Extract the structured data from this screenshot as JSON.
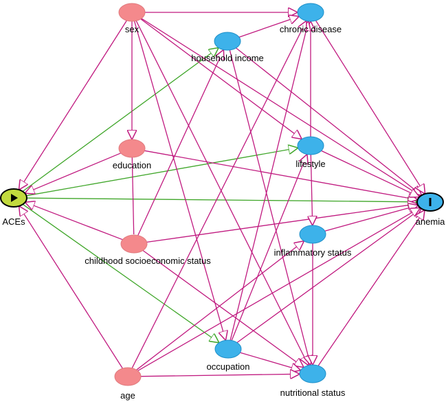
{
  "colors": {
    "confounder_fill": "#f4898c",
    "confounder_stroke": "#e07a7e",
    "ancestor_fill": "#3db2ea",
    "ancestor_stroke": "#1f8fc8",
    "exposure_fill": "#c2da3e",
    "outcome_fill": "#3db2ea",
    "node_outline": "#000000",
    "biasing_edge": "#c0197f",
    "causal_edge": "#3fa629"
  },
  "nodes": {
    "sex": {
      "label": "sex",
      "type": "confounder"
    },
    "education": {
      "label": "education",
      "type": "confounder"
    },
    "childhood": {
      "label": "childhood socioeconomic status",
      "type": "confounder"
    },
    "age": {
      "label": "age",
      "type": "confounder"
    },
    "income": {
      "label": "household income",
      "type": "ancestor"
    },
    "chronic": {
      "label": "chronic disease",
      "type": "ancestor"
    },
    "lifestyle": {
      "label": "lifestyle",
      "type": "ancestor"
    },
    "inflam": {
      "label": "inflammatory status",
      "type": "ancestor"
    },
    "occupation": {
      "label": "occupation",
      "type": "ancestor"
    },
    "nutrition": {
      "label": "nutritional status",
      "type": "ancestor"
    },
    "aces": {
      "label": "ACEs",
      "type": "exposure",
      "icon": "play-icon"
    },
    "anemia": {
      "label": "anemia",
      "type": "outcome",
      "icon": "bar-icon"
    }
  },
  "edges": [
    {
      "from": "aces",
      "to": "income",
      "kind": "causal"
    },
    {
      "from": "aces",
      "to": "lifestyle",
      "kind": "causal"
    },
    {
      "from": "aces",
      "to": "anemia",
      "kind": "causal"
    },
    {
      "from": "aces",
      "to": "occupation",
      "kind": "causal"
    },
    {
      "from": "sex",
      "to": "aces",
      "kind": "biasing"
    },
    {
      "from": "education",
      "to": "aces",
      "kind": "biasing"
    },
    {
      "from": "childhood",
      "to": "aces",
      "kind": "biasing"
    },
    {
      "from": "age",
      "to": "aces",
      "kind": "biasing"
    },
    {
      "from": "sex",
      "to": "chronic",
      "kind": "biasing"
    },
    {
      "from": "sex",
      "to": "education",
      "kind": "biasing"
    },
    {
      "from": "sex",
      "to": "lifestyle",
      "kind": "biasing"
    },
    {
      "from": "sex",
      "to": "anemia",
      "kind": "biasing"
    },
    {
      "from": "sex",
      "to": "occupation",
      "kind": "biasing"
    },
    {
      "from": "sex",
      "to": "nutrition",
      "kind": "biasing"
    },
    {
      "from": "income",
      "to": "chronic",
      "kind": "biasing"
    },
    {
      "from": "income",
      "to": "anemia",
      "kind": "biasing"
    },
    {
      "from": "income",
      "to": "nutrition",
      "kind": "biasing"
    },
    {
      "from": "chronic",
      "to": "anemia",
      "kind": "biasing"
    },
    {
      "from": "education",
      "to": "anemia",
      "kind": "biasing"
    },
    {
      "from": "education",
      "to": "childhood",
      "kind": "line"
    },
    {
      "from": "childhood",
      "to": "income",
      "kind": "biasing"
    },
    {
      "from": "childhood",
      "to": "anemia",
      "kind": "biasing"
    },
    {
      "from": "childhood",
      "to": "nutrition",
      "kind": "biasing"
    },
    {
      "from": "lifestyle",
      "to": "chronic",
      "kind": "biasing"
    },
    {
      "from": "lifestyle",
      "to": "anemia",
      "kind": "biasing"
    },
    {
      "from": "lifestyle",
      "to": "inflam",
      "kind": "biasing"
    },
    {
      "from": "inflam",
      "to": "anemia",
      "kind": "biasing"
    },
    {
      "from": "inflam",
      "to": "nutrition",
      "kind": "biasing"
    },
    {
      "from": "occupation",
      "to": "chronic",
      "kind": "biasing"
    },
    {
      "from": "occupation",
      "to": "lifestyle",
      "kind": "biasing"
    },
    {
      "from": "occupation",
      "to": "anemia",
      "kind": "biasing"
    },
    {
      "from": "occupation",
      "to": "nutrition",
      "kind": "biasing"
    },
    {
      "from": "age",
      "to": "chronic",
      "kind": "biasing"
    },
    {
      "from": "age",
      "to": "inflam",
      "kind": "biasing"
    },
    {
      "from": "age",
      "to": "anemia",
      "kind": "biasing"
    },
    {
      "from": "age",
      "to": "nutrition",
      "kind": "biasing"
    },
    {
      "from": "nutrition",
      "to": "anemia",
      "kind": "biasing"
    }
  ]
}
